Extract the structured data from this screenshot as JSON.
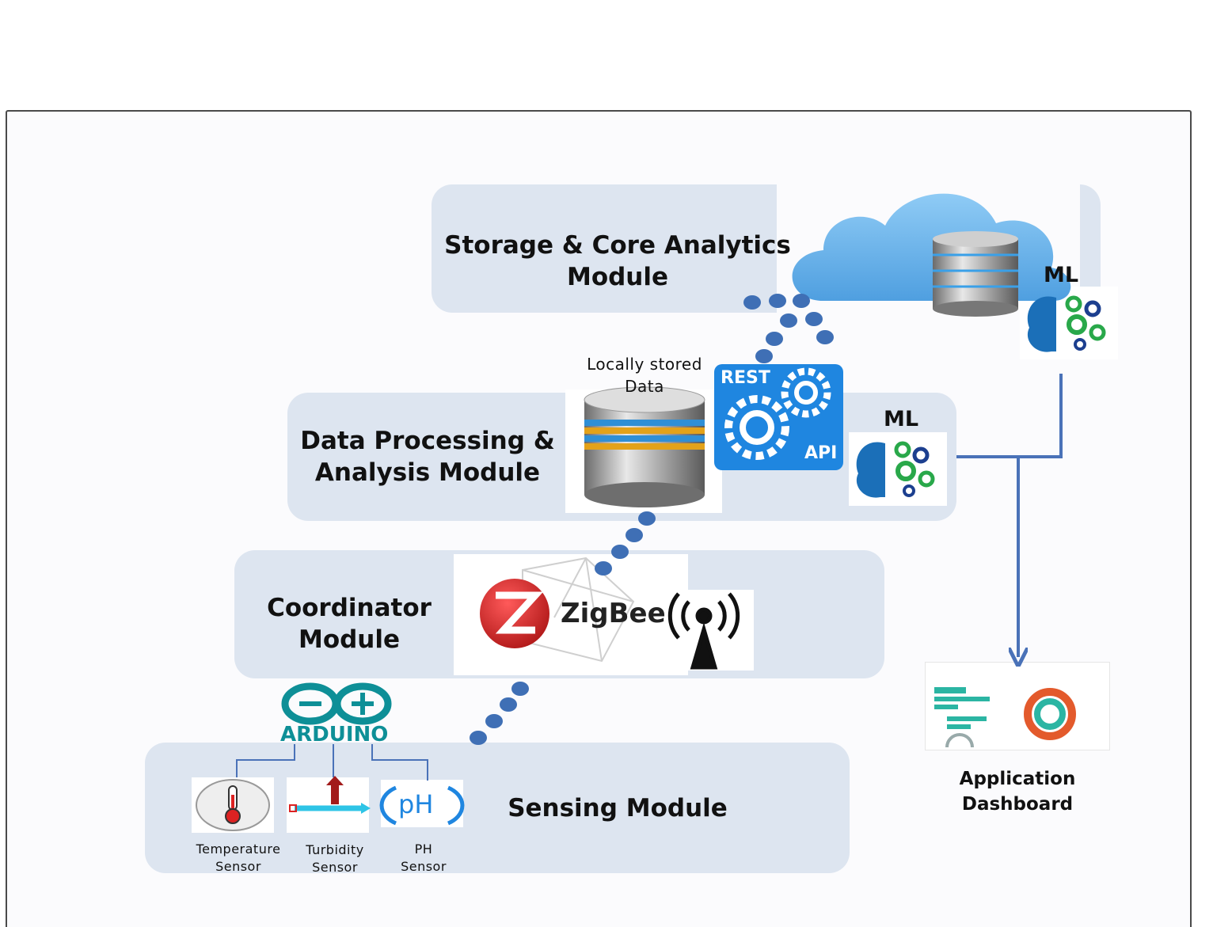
{
  "modules": {
    "storage": "Storage & Core Analytics\nModule",
    "processing": "Data Processing &\nAnalysis Module",
    "coordinator": "Coordinator\nModule",
    "sensing": "Sensing Module"
  },
  "labels": {
    "local_data": "Locally stored\nData",
    "ml_cloud": "ML",
    "ml_local": "ML",
    "rest": "REST",
    "api": "API",
    "zigbee": "ZigBee",
    "arduino": "ARDUINO",
    "ph_symbol": "pH",
    "dashboard": "Application\nDashboard"
  },
  "sensors": [
    {
      "label": "Temperature\nSensor"
    },
    {
      "label": "Turbidity\nSensor"
    },
    {
      "label": "PH\nSensor"
    }
  ],
  "colors": {
    "module_fill": "#dde5f0",
    "dot": "#3f6fb5",
    "arrow": "#4a72b8",
    "api_blue": "#1f86e0",
    "arduino_teal": "#0e8f97",
    "zigbee_red": "#d7262b"
  }
}
